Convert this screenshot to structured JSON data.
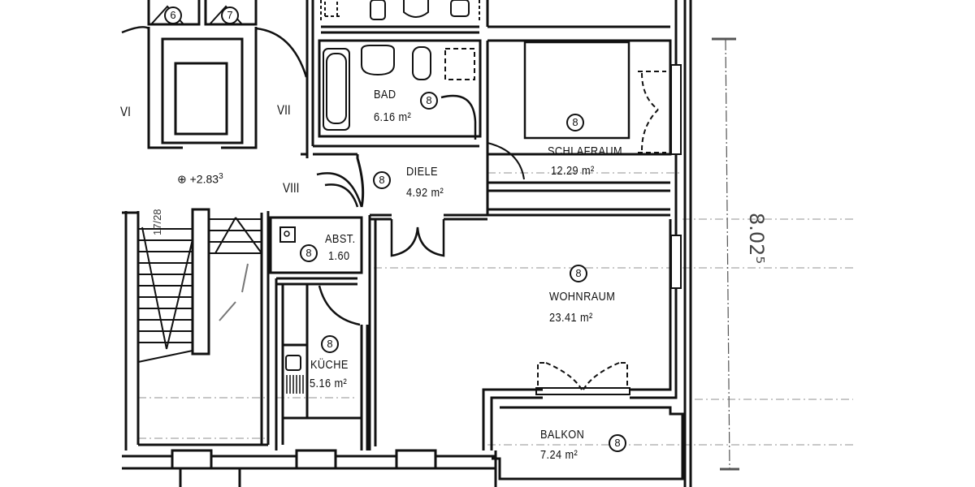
{
  "plan": {
    "type": "apartment floor plan (scanned)",
    "unit_number": "8",
    "rooms": [
      {
        "name": "BAD",
        "area": "6.16 m²",
        "unit": "8"
      },
      {
        "name": "SCHLAFRAUM",
        "area": "12.29 m²",
        "unit": "8"
      },
      {
        "name": "DIELE",
        "area": "4.92 m²",
        "unit": "8"
      },
      {
        "name": "ABST.",
        "area": "1.60",
        "unit": "8"
      },
      {
        "name": "KÜCHE",
        "area": "5.16 m²",
        "unit": "8"
      },
      {
        "name": "WOHNRAUM",
        "area": "23.41 m²",
        "unit": "8"
      },
      {
        "name": "BALKON",
        "area": "7.24 m²",
        "unit": "8"
      }
    ],
    "neighbor_units": [
      "6",
      "7"
    ],
    "roman_labels": [
      "VI",
      "VII",
      "VIII"
    ],
    "elevation": "+2.83",
    "elevation_sup": "3",
    "stair_annotation": "17/28",
    "dimension": "8.02⁵"
  },
  "colors": {
    "line": "#111111",
    "background": "#ffffff",
    "dash": "#9a9a9a"
  }
}
